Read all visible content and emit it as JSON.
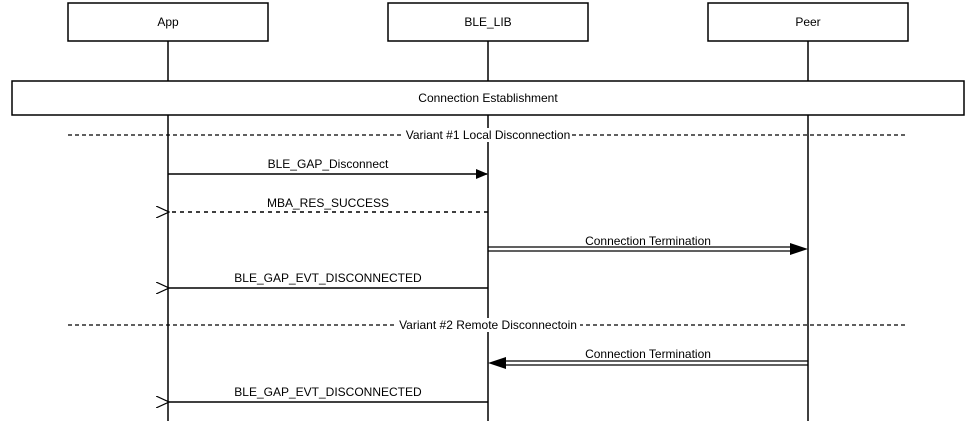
{
  "participants": [
    {
      "label": "App"
    },
    {
      "label": "BLE_LIB"
    },
    {
      "label": "Peer"
    }
  ],
  "spanning_box": {
    "label": "Connection Establishment"
  },
  "variants": [
    {
      "label": "Variant #1 Local Disconnection"
    },
    {
      "label": "Variant #2 Remote Disconnectoin"
    }
  ],
  "messages": [
    {
      "label": "BLE_GAP_Disconnect",
      "from": "App",
      "to": "BLE_LIB",
      "style": "solid-filled"
    },
    {
      "label": "MBA_RES_SUCCESS",
      "from": "BLE_LIB",
      "to": "App",
      "style": "dashed-open"
    },
    {
      "label": "Connection Termination",
      "from": "BLE_LIB",
      "to": "Peer",
      "style": "double-filled"
    },
    {
      "label": "BLE_GAP_EVT_DISCONNECTED",
      "from": "BLE_LIB",
      "to": "App",
      "style": "solid-open"
    },
    {
      "label": "Connection Termination",
      "from": "Peer",
      "to": "BLE_LIB",
      "style": "double-filled"
    },
    {
      "label": "BLE_GAP_EVT_DISCONNECTED",
      "from": "BLE_LIB",
      "to": "App",
      "style": "solid-open"
    }
  ]
}
